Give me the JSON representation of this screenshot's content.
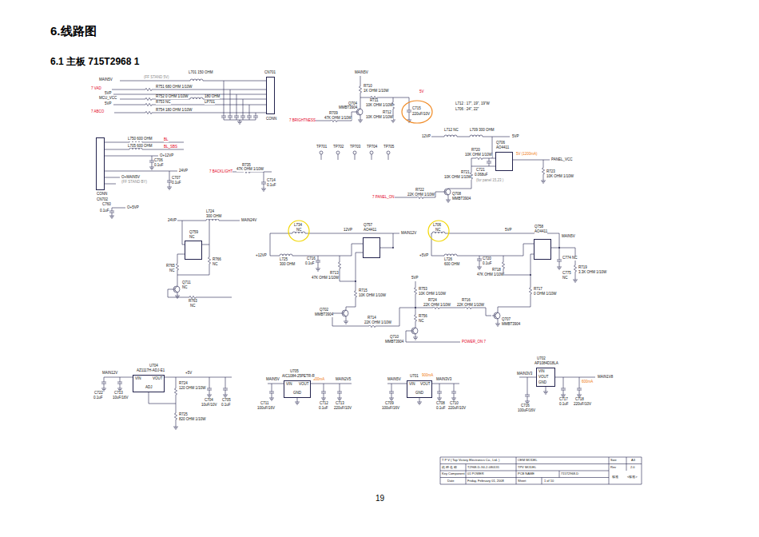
{
  "diagram": {
    "title": "6.线路图",
    "nodes": [
      {
        "text": [
          "CN701",
          "CONN"
        ]
      },
      {
        "text": [
          "CONN",
          "CN702"
        ]
      },
      {
        "text": [
          "Q706",
          "AO4411"
        ]
      },
      {
        "text": [
          "Q759",
          "NC"
        ]
      },
      {
        "text": [
          "Q757",
          "AO4411"
        ]
      },
      {
        "text": [
          "Q758",
          "AO4411"
        ]
      },
      {
        "text": [
          "U704",
          "AZ1117H-ADJ-E1",
          "VIN",
          "VOUT",
          "ADJ"
        ]
      },
      {
        "text": [
          "U705",
          "AIC1084-25PETR-R",
          "VIN",
          "VOUT",
          "GND"
        ]
      },
      {
        "text": [
          "U701",
          "VIN",
          "VOUT",
          "GND"
        ]
      },
      {
        "text": [
          "U702",
          "AP1084D18LA",
          "VIN",
          "VOUT",
          "GND"
        ]
      }
    ],
    "labels": [
      "6.1 主板 715T2968 1",
      "19",
      "L701 150 OHM",
      "MAIN5V",
      "(FF STAND 5V)",
      "7 VAD",
      "5VP",
      "MCU_VCC",
      "5VP",
      "7 ABCO",
      "R751 680 OHM 1/10W",
      "R752 0 OHM 1/10W",
      "R753 NC",
      "R754 180 OHM 1/10W",
      "180 OHM",
      "LP701",
      "L750 600 OHM",
      "BL",
      "L705 600 OHM",
      "BL_SBS",
      "O+12VP",
      "C706",
      "0.1uF",
      "24VP",
      "C707",
      "0.1uF",
      "O+MAIN5V",
      "(FF STAND BY)",
      "O+5VP",
      "C760",
      "0.1uF",
      "7 BACKLIGHT",
      "R735",
      "47K OHM 1/10W",
      "C714",
      "0.1uF",
      "MAIN5V",
      "R710",
      "1K OHM 1/10W",
      "R711",
      "10K OHM 1/10W",
      "Q704",
      "MMBT3904",
      "R709",
      "47K OHM 1/10W",
      "7 BRIGHTNESS",
      "R712",
      "10K OHM 1/10W",
      "5V",
      "C715",
      "220uF/10V",
      "TP701",
      "TP702",
      "TP703",
      "TP704",
      "TP705",
      "L712 : 17\", 19\", 19\"W",
      "L706 : 24\", 22\"",
      "L712 NC",
      "L709 300 OHM",
      "12VP",
      "5VP",
      "5V (1200mA)",
      "PANEL_VCC",
      "R720",
      "10K OHM 1/10W",
      "C721",
      "0.068uF",
      "(for panel 15,23 )",
      "R723",
      "10K OHM 1/10W",
      "R721",
      "10K OHM 1/10W",
      "7 PANEL_ON",
      "R722",
      "22K OHM 1/10W",
      "Q708",
      "MMBT3904",
      "24VP",
      "L724",
      "300 OHM",
      "MAIN24V",
      "R765",
      "NC",
      "R766",
      "NC",
      "Q711",
      "NC",
      "R763",
      "NC",
      "L734",
      "NC",
      "12VP",
      "MAIN12V",
      "+12VP",
      "L725",
      "300 OHM",
      "C716",
      "0.1uF",
      "R713",
      "47K OHM 1/10W",
      "R715",
      "10K OHM 1/10W",
      "5VP",
      "R753",
      "10K OHM 1/10W",
      "R714",
      "22K OHM 1/10W",
      "Q702",
      "MMBT3904",
      "R756",
      "NC",
      "R724",
      "22K OHM 1/10W",
      "Q710",
      "MMBT3904",
      "POWER_ON 7",
      "L706",
      "NC",
      "5VP",
      "MAIN5V",
      "+5VP",
      "L726",
      "600 OHM",
      "C720",
      "0.1uF",
      "R718",
      "47K OHM 1/10W",
      "C774",
      "NC",
      "C775",
      "NC",
      "R719",
      "3.3K OHM 1/10W",
      "R717",
      "0 OHM 1/10W",
      "R716",
      "22K OHM 1/10W",
      "Q707",
      "MMBT3904",
      "MAIN12V",
      "+5V",
      "C722",
      "0.1uF",
      "C713",
      "10uF/16V",
      "R724",
      "120 OHM 1/10W",
      "C704",
      "10uF/10V",
      "C705",
      "0.1uF",
      "R725",
      "820 OHM 1/10W",
      "MAIN5V",
      "MAIN2V5",
      "300mA",
      "C711",
      "100uF/16V",
      "C712",
      "0.1uF",
      "C713",
      "220uF/10V",
      "MAIN5V",
      "MAIN3V3",
      "900mA",
      "C709",
      "100uF/16V",
      "C708",
      "0.1uF",
      "C710",
      "220uF/10V",
      "MAIN1V8",
      "MAIN3V3",
      "600mA",
      "C716",
      "100uF/16V",
      "C717",
      "0.1uF",
      "C718",
      "220uF/10V",
      "T P V ( Top Victory Electronics Co., Ltd. )",
      "OEM MODEL",
      "Size",
      "A3",
      "机 种 名 称",
      "T2968-D-X4-2-080131",
      "TPV MODEL",
      "Rev",
      "2.0",
      "Key Component",
      "01 POWER",
      "PCB NAME",
      "715T2968-D",
      "核准",
      "<核准>",
      "Date",
      "Friday, February 01, 2008",
      "Sheet",
      "1 of 10"
    ]
  }
}
